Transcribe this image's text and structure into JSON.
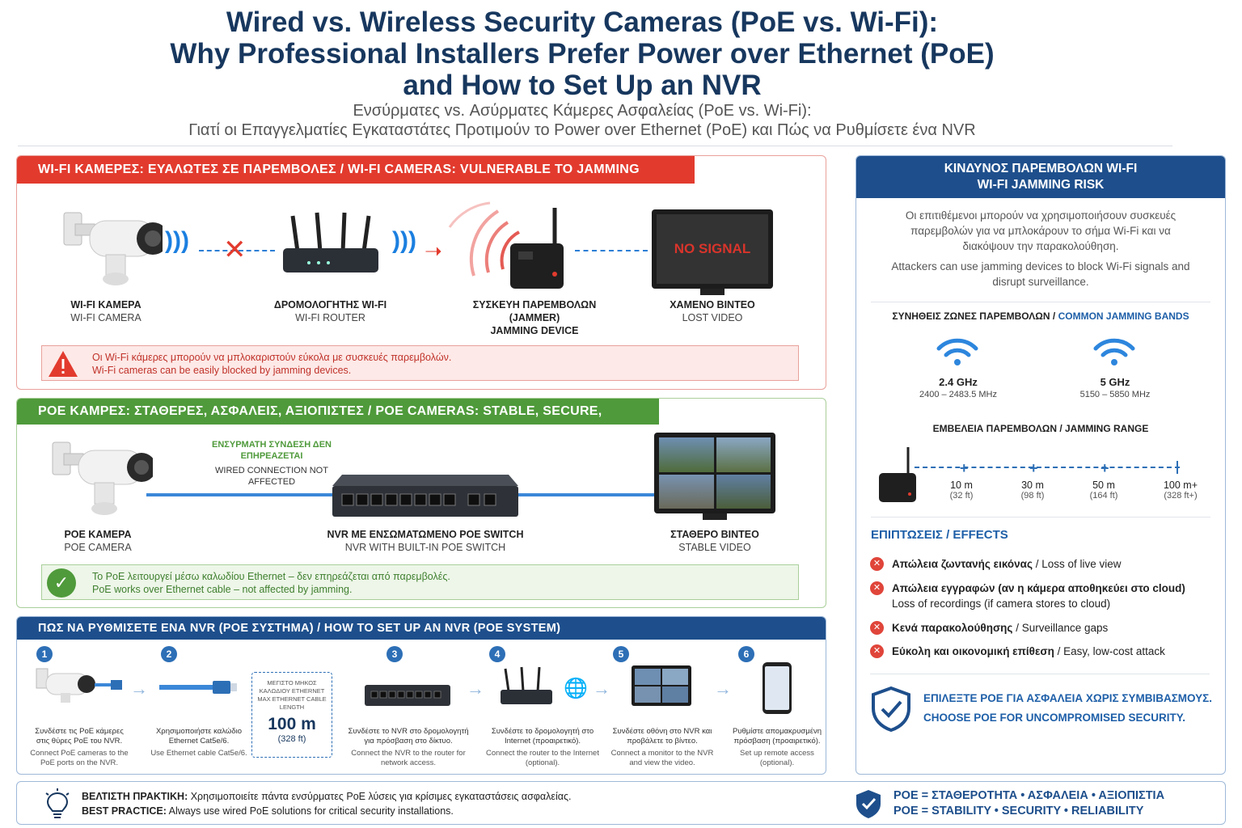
{
  "header": {
    "title_line1": "Wired vs. Wireless Security Cameras (PoE vs. Wi-Fi):",
    "title_line2": "Why Professional Installers Prefer Power over Ethernet (PoE)",
    "title_line3": "and How to Set Up an NVR",
    "subtitle_line1": "Ενσύρματες vs. Ασύρματες Κάμερες Ασφαλείας (PoE vs. Wi-Fi):",
    "subtitle_line2": "Γιατί οι Επαγγελματίες Εγκαταστάτες Προτιμούν το Power over Ethernet (PoE) και Πώς να Ρυθμίσετε ένα NVR"
  },
  "wifi_panel": {
    "heading": "WI-FI ΚΑΜΕΡΕΣ: ΕΥΑΛΩΤΕΣ ΣΕ ΠΑΡΕΜΒΟΛΕΣ  /  WI-FI CAMERAS: VULNERABLE TO JAMMING",
    "accent": "#e23b2e",
    "items": [
      {
        "greek": "WI-FI ΚΑΜΕΡΑ",
        "english": "WI-FI CAMERA"
      },
      {
        "greek": "ΔΡΟΜΟΛΟΓΗΤΗΣ WI-FI",
        "english": "WI-FI ROUTER"
      },
      {
        "greek": "ΣΥΣΚΕΥΗ ΠΑΡΕΜΒΟΛΩΝ (JAMMER)",
        "english": "JAMMING DEVICE"
      },
      {
        "greek": "ΧΑΜΕΝΟ ΒΙΝΤΕΟ",
        "english": "LOST VIDEO"
      }
    ],
    "monitor_text": "NO SIGNAL",
    "warning_greek": "Οι Wi-Fi κάμερες μπορούν να μπλοκαριστούν εύκολα με συσκευές παρεμβολών.",
    "warning_english": "Wi-Fi cameras can be easily blocked by jamming devices."
  },
  "poe_panel": {
    "heading": "POE ΚΑΜΡΕΣ: ΣΤΑΘΕΡΕΣ, ΑΣΦΑΛΕΙΣ, ΑΞΙΟΠΙΣΤΕΣ  /  POE CAMERAS: STABLE, SECURE, RELIABLE",
    "accent": "#4f9a3b",
    "wired_greek": "ΕΝΣΥΡΜΑΤΗ ΣΥΝΔΕΣΗ ΔΕΝ ΕΠΗΡΕΑΖΕΤΑΙ",
    "wired_english": "WIRED CONNECTION NOT AFFECTED",
    "items": [
      {
        "greek": "POE ΚΑΜΕΡΑ",
        "english": "POE CAMERA"
      },
      {
        "greek": "NVR ΜΕ ΕΝΣΩΜΑΤΩΜΕΝΟ POE SWITCH",
        "english": "NVR WITH BUILT-IN POE SWITCH"
      },
      {
        "greek": "ΣΤΑΘΕΡΟ ΒΙΝΤΕΟ",
        "english": "STABLE VIDEO"
      }
    ],
    "note_greek": "Το PoE λειτουργεί μέσω καλωδίου Ethernet – δεν επηρεάζεται από παρεμβολές.",
    "note_english": "PoE works over Ethernet cable – not affected by jamming."
  },
  "setup_panel": {
    "heading": "ΠΩΣ ΝΑ ΡΥΘΜΙΣΕΤΕ ΕΝΑ NVR (POE ΣΥΣΤΗΜΑ)  /  HOW TO SET UP AN NVR (POE SYSTEM)",
    "accent": "#1e4f8c",
    "steps": [
      {
        "num": "1",
        "greek": "Συνδέστε τις PoE κάμερες στις θύρες PoE του NVR.",
        "english": "Connect PoE cameras to the PoE ports on the NVR."
      },
      {
        "num": "2",
        "greek": "Χρησιμοποιήστε καλώδιο Ethernet Cat5e/6.",
        "english": "Use Ethernet cable Cat5e/6."
      },
      {
        "num": "3",
        "greek": "Συνδέστε το NVR στο δρομολογητή για πρόσβαση στο δίκτυο.",
        "english": "Connect the NVR to the router for network access."
      },
      {
        "num": "4",
        "greek": "Συνδέστε το δρομολογητή στο Internet (προαιρετικό).",
        "english": "Connect the router to the Internet (optional)."
      },
      {
        "num": "5",
        "greek": "Συνδέστε οθόνη στο NVR και προβάλετε το βίντεο.",
        "english": "Connect a monitor to the NVR and view the video."
      },
      {
        "num": "6",
        "greek": "Ρυθμίστε απομακρυσμένη πρόσβαση (προαιρετικό).",
        "english": "Set up remote access (optional)."
      }
    ],
    "cable_box": {
      "greek": "ΜΕΓΙΣΤΟ ΜΗΚΟΣ ΚΑΛΩΔΙΟΥ ETHERNET",
      "english": "MAX ETHERNET CABLE LENGTH",
      "value": "100 m",
      "value_ft": "(328 ft)"
    }
  },
  "risk_panel": {
    "heading_greek": "ΚΙΝΔΥΝΟΣ ΠΑΡΕΜΒΟΛΩΝ WI-FI",
    "heading_english": "WI-FI JAMMING RISK",
    "accent": "#1e4f8c",
    "intro_greek": "Οι επιτιθέμενοι μπορούν να χρησιμοποιήσουν συσκευές παρεμβολών για να μπλοκάρουν το σήμα Wi-Fi και να διακόψουν την παρακολούθηση.",
    "intro_english": "Attackers can use jamming devices to block Wi-Fi signals and disrupt surveillance.",
    "bands_heading_greek": "ΣΥΝΗΘΕΙΣ ΖΩΝΕΣ ΠΑΡΕΜΒΟΛΩΝ / ",
    "bands_heading_english": "COMMON JAMMING BANDS",
    "bands": [
      {
        "label": "2.4 GHz",
        "range": "2400 – 2483.5 MHz"
      },
      {
        "label": "5 GHz",
        "range": "5150 – 5850 MHz"
      }
    ],
    "range_heading": "ΕΜΒΕΛΕΙΑ ΠΑΡΕΜΒΟΛΩΝ / JAMMING RANGE",
    "ranges": [
      {
        "m": "10 m",
        "ft": "(32 ft)"
      },
      {
        "m": "30 m",
        "ft": "(98 ft)"
      },
      {
        "m": "50 m",
        "ft": "(164 ft)"
      },
      {
        "m": "100 m+",
        "ft": "(328 ft+)"
      }
    ],
    "effects_heading": "ΕΠΙΠΤΩΣΕΙΣ / EFFECTS",
    "effects": [
      {
        "greek": "Απώλεια ζωντανής εικόνας",
        "english": " / Loss of live view"
      },
      {
        "greek": "Απώλεια εγγραφών (αν η κάμερα αποθηκεύει στο cloud)",
        "english": "Loss of recordings (if camera stores to cloud)"
      },
      {
        "greek": "Κενά παρακολούθησης",
        "english": " / Surveillance gaps"
      },
      {
        "greek": "Εύκολη και οικονομική επίθεση",
        "english": " / Easy, low-cost attack"
      }
    ],
    "choose_greek": "ΕΠΙΛΕΞΤΕ POE ΓΙΑ ΑΣΦΑΛΕΙΑ ΧΩΡΙΣ ΣΥΜΒΙΒΑΣΜΟΥΣ.",
    "choose_english": "CHOOSE POE FOR UNCOMPROMISED SECURITY."
  },
  "footer": {
    "tip_label_greek": "ΒΕΛΤΙΣΤΗ ΠΡΑΚΤΙΚΗ:",
    "tip_greek": " Χρησιμοποιείτε πάντα ενσύρματες PoE λύσεις για κρίσιμες εγκαταστάσεις ασφαλείας.",
    "tip_label_english": "BEST PRACTICE:",
    "tip_english": " Always use wired PoE solutions for critical security installations.",
    "slogan_greek": "POE = ΣΤΑΘΕΡΟΤΗΤΑ • ΑΣΦΑΛΕΙΑ • ΑΞΙΟΠΙΣΤΙΑ",
    "slogan_english": "POE = STABILITY • SECURITY • RELIABILITY"
  }
}
